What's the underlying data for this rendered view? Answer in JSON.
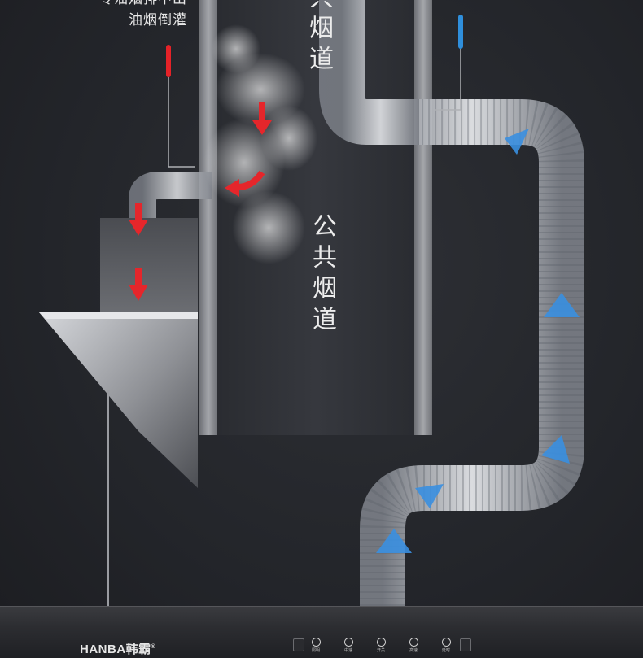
{
  "callout": {
    "line1": "专油烟排中出",
    "line2": "油烟倒灌"
  },
  "shaft_label_top": "共烟道",
  "shaft_label_main": "公共烟道",
  "brand": {
    "name": "HANBA韩霸",
    "registered": "®"
  },
  "control_panel": {
    "buttons": [
      {
        "label": "照明",
        "icon": "light-icon"
      },
      {
        "label": "中速",
        "icon": "fan-mid-icon"
      },
      {
        "label": "开关",
        "icon": "power-icon"
      },
      {
        "label": "高速",
        "icon": "fan-high-icon"
      },
      {
        "label": "延时",
        "icon": "timer-icon"
      }
    ]
  },
  "colors": {
    "smoke_arrow": "#e5262b",
    "fresh_air_arrow": "#3a8fe0",
    "shaft_wall": "#8d8f94",
    "pipe_flex": "#c9ccd2",
    "probe_red": "#e52228",
    "probe_blue": "#2f8fdc"
  }
}
